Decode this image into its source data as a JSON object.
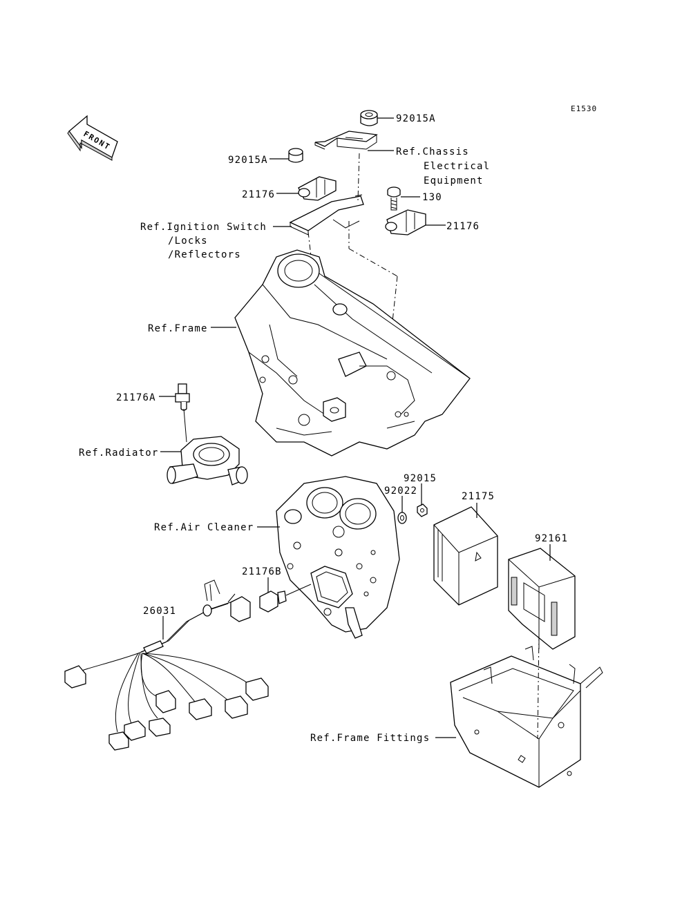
{
  "diagram_code": "E1530",
  "front_arrow_label": "FRONT",
  "callouts": {
    "nut_top": "92015A",
    "ref_chassis": [
      "Ref.Chassis",
      "Electrical",
      "Equipment"
    ],
    "nut_left": "92015A",
    "sensor_left": "21176",
    "bolt": "130",
    "sensor_right": "21176",
    "ref_ignition": [
      "Ref.Ignition Switch",
      "/Locks",
      "/Reflectors"
    ],
    "ref_frame": "Ref.Frame",
    "sensor_a": "21176A",
    "ref_radiator": "Ref.Radiator",
    "nut_small": "92015",
    "washer": "92022",
    "ecu": "21175",
    "ref_air_cleaner": "Ref.Air Cleaner",
    "ecu_cover": "92161",
    "sensor_b": "21176B",
    "harness": "26031",
    "ref_frame_fittings": "Ref.Frame Fittings"
  }
}
